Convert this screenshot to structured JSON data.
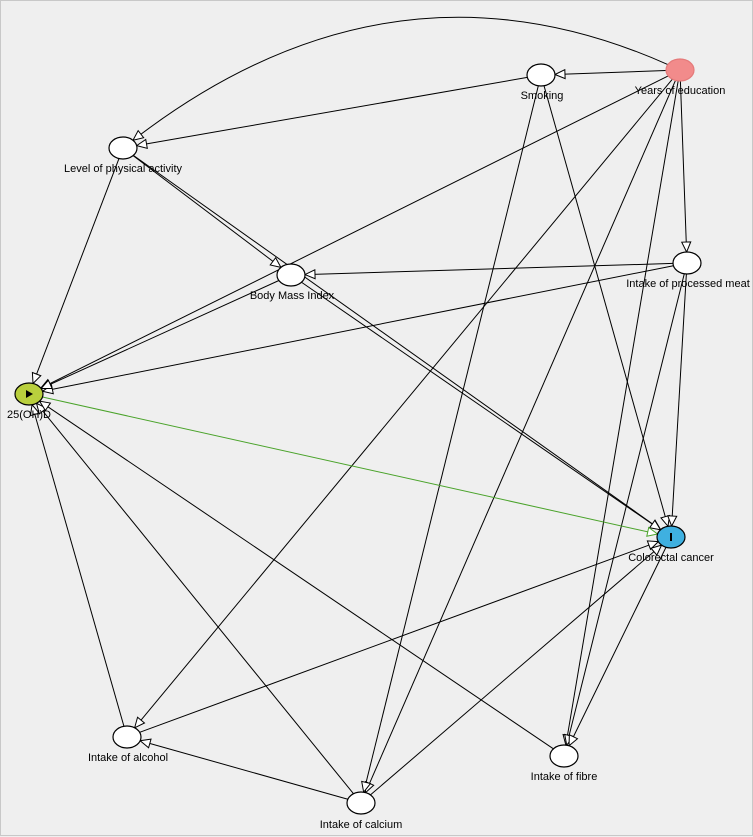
{
  "colors": {
    "background": "#efefef",
    "edge": "#000000",
    "causal_edge": "#4aa32a",
    "exposure_fill": "#b9cf3d",
    "outcome_fill": "#3fb0e0",
    "ancestor_fill": "#f28b8b",
    "plain_fill": "#ffffff"
  },
  "nodes": [
    {
      "id": "edu",
      "label": "Years of education",
      "role": "ancestor",
      "icon": ""
    },
    {
      "id": "smoking",
      "label": "Smoking",
      "role": "plain",
      "icon": ""
    },
    {
      "id": "activity",
      "label": "Level of physical activity",
      "role": "plain",
      "icon": ""
    },
    {
      "id": "bmi",
      "label": "Body Mass Index",
      "role": "plain",
      "icon": ""
    },
    {
      "id": "meat",
      "label": "Intake of processed meat",
      "role": "plain",
      "icon": ""
    },
    {
      "id": "vitd",
      "label": "25(OH)D",
      "role": "exposure",
      "icon": "play-icon"
    },
    {
      "id": "crc",
      "label": "Colorectal cancer",
      "role": "outcome",
      "icon": "bar-icon"
    },
    {
      "id": "alcohol",
      "label": "Intake of alcohol",
      "role": "plain",
      "icon": ""
    },
    {
      "id": "calcium",
      "label": "Intake of calcium",
      "role": "plain",
      "icon": ""
    },
    {
      "id": "fibre",
      "label": "Intake of fibre",
      "role": "plain",
      "icon": ""
    }
  ],
  "edges": [
    {
      "from": "edu",
      "to": "smoking",
      "type": "normal"
    },
    {
      "from": "edu",
      "to": "activity",
      "type": "normal"
    },
    {
      "from": "edu",
      "to": "meat",
      "type": "normal"
    },
    {
      "from": "edu",
      "to": "vitd",
      "type": "normal"
    },
    {
      "from": "edu",
      "to": "alcohol",
      "type": "normal"
    },
    {
      "from": "edu",
      "to": "calcium",
      "type": "normal"
    },
    {
      "from": "edu",
      "to": "fibre",
      "type": "normal"
    },
    {
      "from": "smoking",
      "to": "activity",
      "type": "normal"
    },
    {
      "from": "smoking",
      "to": "crc",
      "type": "normal"
    },
    {
      "from": "smoking",
      "to": "calcium",
      "type": "normal"
    },
    {
      "from": "activity",
      "to": "vitd",
      "type": "normal"
    },
    {
      "from": "activity",
      "to": "bmi",
      "type": "normal"
    },
    {
      "from": "activity",
      "to": "crc",
      "type": "normal"
    },
    {
      "from": "meat",
      "to": "bmi",
      "type": "normal"
    },
    {
      "from": "meat",
      "to": "vitd",
      "type": "normal"
    },
    {
      "from": "meat",
      "to": "crc",
      "type": "normal"
    },
    {
      "from": "meat",
      "to": "fibre",
      "type": "normal"
    },
    {
      "from": "bmi",
      "to": "vitd",
      "type": "normal"
    },
    {
      "from": "bmi",
      "to": "crc",
      "type": "normal"
    },
    {
      "from": "vitd",
      "to": "crc",
      "type": "causal"
    },
    {
      "from": "alcohol",
      "to": "vitd",
      "type": "normal"
    },
    {
      "from": "alcohol",
      "to": "crc",
      "type": "normal"
    },
    {
      "from": "calcium",
      "to": "vitd",
      "type": "normal"
    },
    {
      "from": "calcium",
      "to": "alcohol",
      "type": "normal"
    },
    {
      "from": "calcium",
      "to": "crc",
      "type": "normal"
    },
    {
      "from": "fibre",
      "to": "vitd",
      "type": "normal"
    },
    {
      "from": "crc",
      "to": "fibre",
      "type": "normal"
    }
  ]
}
